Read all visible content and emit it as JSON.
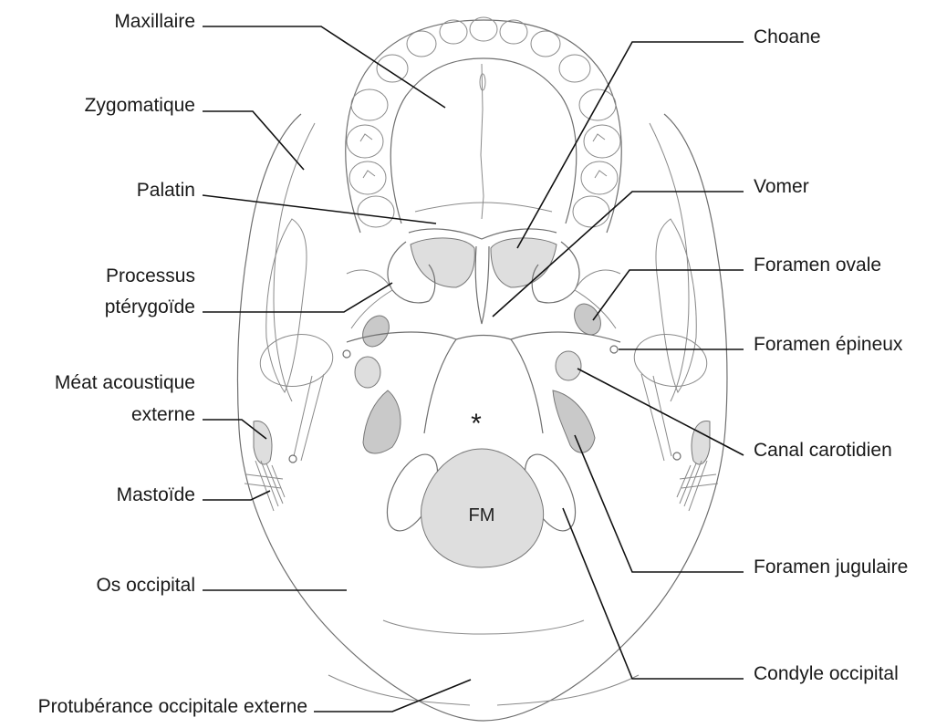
{
  "labels": {
    "maxillaire": "Maxillaire",
    "zygomatique": "Zygomatique",
    "palatin": "Palatin",
    "processus_1": "Processus",
    "processus_2": "ptérygoïde",
    "meat_1": "Méat acoustique",
    "meat_2": "externe",
    "mastoide": "Mastoïde",
    "os_occipital": "Os occipital",
    "protuberance": "Protubérance occipitale externe",
    "choane": "Choane",
    "vomer": "Vomer",
    "foramen_ovale": "Foramen ovale",
    "foramen_epineux": "Foramen épineux",
    "canal_carotidien": "Canal carotidien",
    "foramen_jugulaire": "Foramen jugulaire",
    "condyle_occipital": "Condyle occipital",
    "fm": "FM",
    "asterisk": "*"
  },
  "colors": {
    "line": "#111111",
    "drawing": "#6f6f6f",
    "shading": "#c9c9c9"
  }
}
